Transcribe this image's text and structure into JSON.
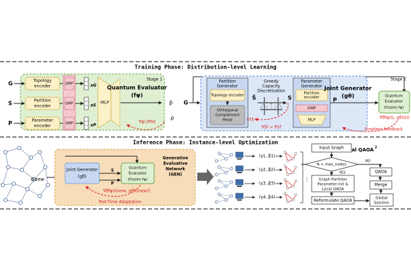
{
  "training": {
    "title": "Training Phase: Distribution-level Learning",
    "stage1": "Stage 1",
    "stage2": "Stage 2",
    "inputs": [
      "G",
      "S",
      "P"
    ],
    "encoders": [
      "Topology encoder",
      "Partition encoder",
      "Parameter encoder"
    ],
    "gmp": "GMP",
    "xg": "xG",
    "xs": "xS",
    "xp": "xP",
    "mlp": "MLP",
    "evaluator_title": "Quantum Evaluator",
    "evaluator_sub": "(fφ)",
    "p_hat": "p̂",
    "rho": "ρ",
    "grad_mse": "∇φℒMSE",
    "g_input": "G",
    "partition_generator": "Partition Generator",
    "topology_encoder": "Topology encoder",
    "orthogonal_head": "Orthogonal Complement Head",
    "greedy": "Greedy Capacity Discretization",
    "s_tilde": "S̃",
    "s_out": "S",
    "ste": "STE",
    "ste_grad": "∇S̃f ≈ ∇Sf",
    "parameter_generator": "Parameter Generator",
    "partition_encoder2": "Partition encoder",
    "gmp2": "GMP",
    "mlp2": "MLP",
    "joint_generator": "Joint Generator",
    "joint_generator_sub": "(gθ)",
    "p_out": "P",
    "evaluator_frozen_title": "Quantum Evaluator",
    "evaluator_frozen_sub": "(frozen fφ)",
    "grad_theta": "∇θfφ(G, gθ(G))",
    "gradient_feedback": "Gradient feedback"
  },
  "inference": {
    "title": "Inference Phase: Instance-level Optimization",
    "g_new": "Gnew",
    "joint_generator": "Joint Generator",
    "joint_generator_sub": "(gθ)",
    "s": "S",
    "p": "P",
    "evaluator_title": "Quantum Evaluator",
    "evaluator_sub": "(frozen fφ)",
    "gen_label": "Generative Evaluative Network (GEN)",
    "grad": "∇θfφ(Gnew, gθ(Gnew))",
    "tta": "Test-Time Adaptation",
    "params": [
      "(γ1, β1)",
      "(γ2, β2)",
      "(γ3, β3)",
      "(γ4, β4)"
    ],
    "neural_qaoa": "Neural QAOA",
    "neural_qaoa_sup": "2",
    "flow_input": "Input Graph",
    "flow_decision": "N > max_nodes",
    "flow_no": "NO",
    "flow_yes": "YES",
    "flow_qaoa": "QAOA",
    "flow_partition": "Graph Partition Parameter Init & Local QAOA",
    "flow_merge": "Merge",
    "flow_reformulate": "Reformulate QAOA",
    "flow_global": "Global Solution"
  },
  "colors": {
    "green_fill": "#dff0d2",
    "green_stroke": "#6aa84f",
    "blue_fill": "#dde8f7",
    "blue_stroke": "#5b8bd0",
    "yellow_fill": "#fdf1c7",
    "pink_fill": "#f6c8d0",
    "orange_fill": "#f7ddb9",
    "red": "#d9201f",
    "gray": "#777777"
  }
}
